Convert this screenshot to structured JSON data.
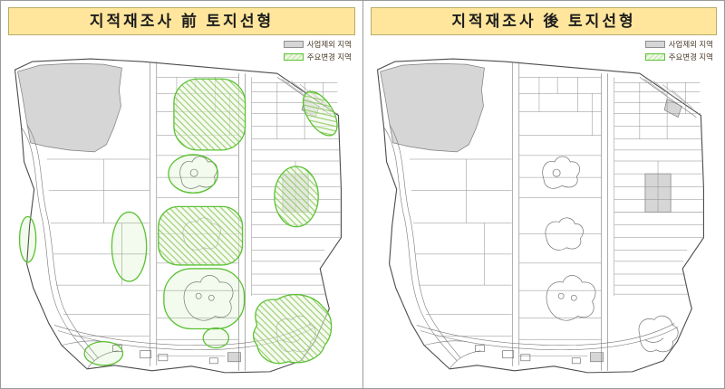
{
  "panels": [
    {
      "title": "지적재조사 前 토지선형",
      "legend": [
        {
          "label": "사업제외 지역",
          "swatch": "excluded"
        },
        {
          "label": "주요변경 지역",
          "swatch": "changed"
        }
      ],
      "show_highlights": true
    },
    {
      "title": "지적재조사 後 토지선형",
      "legend": [
        {
          "label": "사업제외 지역",
          "swatch": "excluded"
        },
        {
          "label": "주요변경 지역",
          "swatch": "changed"
        }
      ],
      "show_highlights": false
    }
  ],
  "colors": {
    "header_bg": "#FFE69C",
    "header_border": "#B9AB6A",
    "panel_border": "#9A9A9A",
    "excluded_fill": "#D6D6D6",
    "highlight_green": "#5CC234",
    "map_line": "#7A7A7A"
  }
}
